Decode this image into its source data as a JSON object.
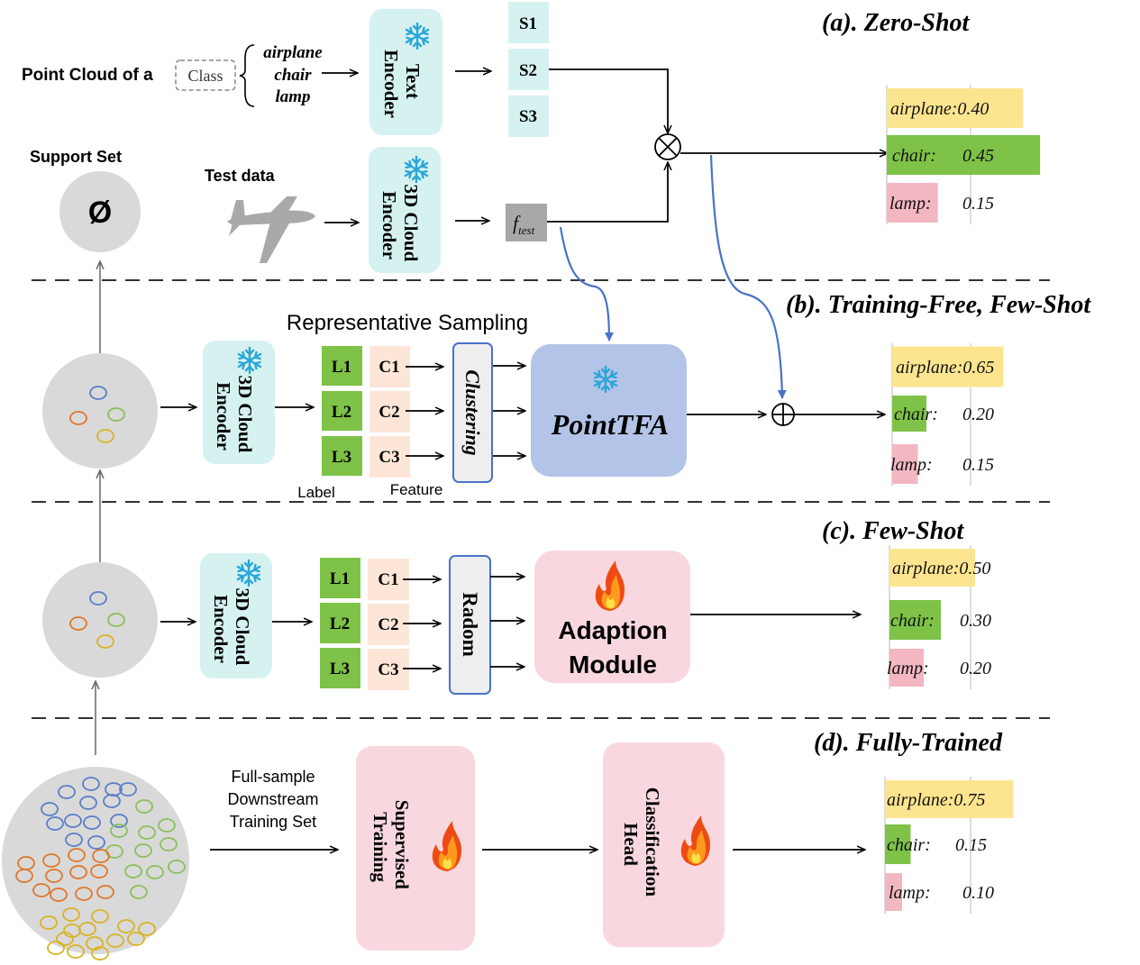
{
  "colors": {
    "encoder_fill": "#d5f2f0",
    "pointtfa_fill": "#b3c4e8",
    "pink_fill": "#f8d8de",
    "label_green": "#7ec247",
    "feature_peach": "#fde6d8",
    "arrow_blue": "#4a72c8",
    "circle_gray": "#d9d9d9",
    "bar_yellow": "#fde58f",
    "bar_green": "#7ec247",
    "bar_pink": "#f3b7c2",
    "dot_blue": "#5b7ec8",
    "dot_green": "#8cbf5c",
    "dot_orange": "#e0762c",
    "dot_yellow": "#d9b324"
  },
  "sections": {
    "a": {
      "title": "(a). Zero-Shot"
    },
    "b": {
      "title": "(b). Training-Free, Few-Shot"
    },
    "c": {
      "title": "(c). Few-Shot"
    },
    "d": {
      "title": "(d). Fully-Trained"
    }
  },
  "zero_shot": {
    "prompt_prefix": "Point Cloud of a",
    "class_placeholder": "Class",
    "class_names": [
      "airplane",
      "chair",
      "lamp"
    ],
    "text_encoder": "Text Encoder",
    "similarities": [
      "S1",
      "S2",
      "S3"
    ],
    "support_set_label": "Support Set",
    "empty_set_symbol": "Ø",
    "test_data_label": "Test data",
    "cloud_encoder": "3D Cloud Encoder",
    "feature_main": "f",
    "feature_sub": "test",
    "multiply_symbol": "⊗"
  },
  "training_free": {
    "sampling_title": "Representative Sampling",
    "cloud_encoder": "3D Cloud Encoder",
    "labels": [
      "L1",
      "L2",
      "L3"
    ],
    "features": [
      "C1",
      "C2",
      "C3"
    ],
    "label_caption": "Label",
    "feature_caption": "Feature",
    "clustering": "Clustering",
    "module": "PointTFA",
    "add_symbol": "⊕"
  },
  "few_shot": {
    "cloud_encoder": "3D Cloud Encoder",
    "labels": [
      "L1",
      "L2",
      "L3"
    ],
    "features": [
      "C1",
      "C2",
      "C3"
    ],
    "random": "Radom",
    "module_line1": "Adaption",
    "module_line2": "Module"
  },
  "fully_trained": {
    "dataset_line1": "Full-sample",
    "dataset_line2": "Downstream",
    "dataset_line3": "Training Set",
    "supervised": "Supervised Training",
    "head": "Classification Head"
  },
  "chart_data": [
    {
      "type": "bar",
      "title": "(a). Zero-Shot",
      "categories": [
        "airplane",
        "chair",
        "lamp"
      ],
      "values": [
        0.4,
        0.45,
        0.15
      ],
      "orientation": "horizontal",
      "text": [
        "airplane:0.40",
        "chair:",
        "0.45",
        "lamp:",
        "0.15"
      ]
    },
    {
      "type": "bar",
      "title": "(b). Training-Free, Few-Shot",
      "categories": [
        "airplane",
        "chair",
        "lamp"
      ],
      "values": [
        0.65,
        0.2,
        0.15
      ],
      "orientation": "horizontal",
      "text": [
        "airplane:0.65",
        "chair:",
        "0.20",
        "lamp:",
        "0.15"
      ]
    },
    {
      "type": "bar",
      "title": "(c). Few-Shot",
      "categories": [
        "airplane",
        "chair",
        "lamp"
      ],
      "values": [
        0.5,
        0.3,
        0.2
      ],
      "orientation": "horizontal",
      "text": [
        "airplane:0.50",
        "chair:",
        "0.30",
        "lamp:",
        "0.20"
      ]
    },
    {
      "type": "bar",
      "title": "(d). Fully-Trained",
      "categories": [
        "airplane",
        "chair",
        "lamp"
      ],
      "values": [
        0.75,
        0.15,
        0.1
      ],
      "orientation": "horizontal",
      "text": [
        "airplane:0.75",
        "chair:",
        "0.15",
        "lamp:",
        "0.10"
      ]
    }
  ]
}
